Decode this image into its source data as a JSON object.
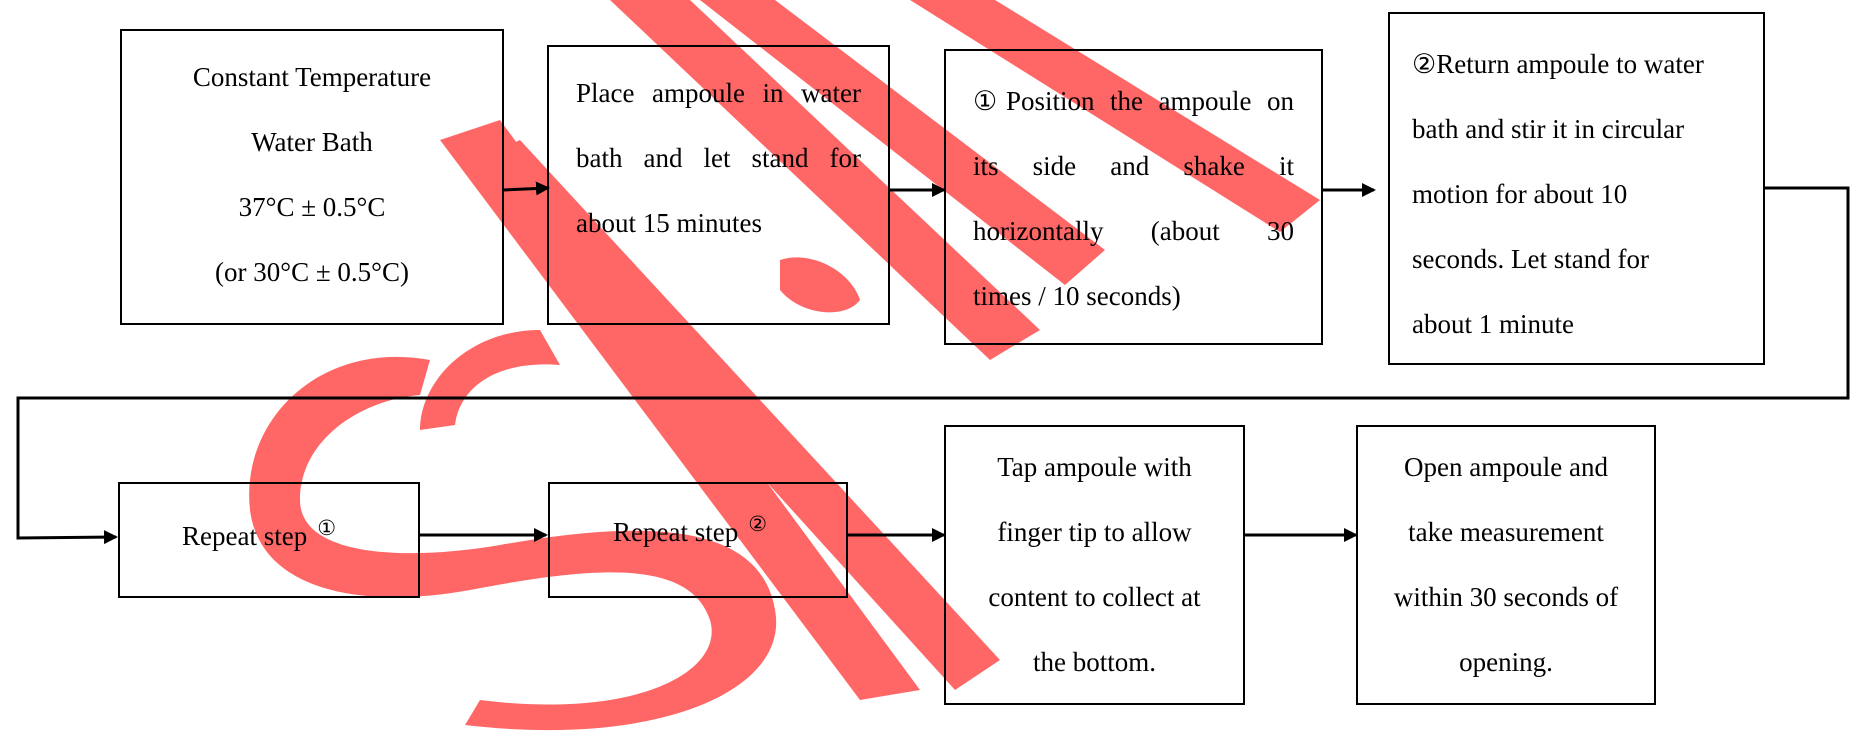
{
  "watermark": {
    "color": "#ff5a5a"
  },
  "colors": {
    "stroke": "#000000",
    "background": "#ffffff"
  },
  "boxes": {
    "water_bath": {
      "lines": [
        "Constant Temperature",
        "Water Bath",
        "37°C ± 0.5°C",
        "(or 30°C ± 0.5°C)"
      ]
    },
    "place_ampoule": {
      "lines": [
        "Place ampoule in water",
        "bath and let stand for",
        "about 15 minutes"
      ]
    },
    "position_ampoule": {
      "lines": [
        "①Position the ampoule on",
        "its side and shake it",
        "horizontally (about 30",
        "times / 10 seconds)"
      ]
    },
    "return_ampoule": {
      "lines": [
        "②Return ampoule to water",
        "bath and stir it in circular",
        "motion for about 10",
        "seconds. Let stand for",
        "about 1 minute"
      ]
    },
    "repeat_step_1": {
      "label": "Repeat step",
      "marker": "①"
    },
    "repeat_step_2": {
      "label": "Repeat step",
      "marker": "②"
    },
    "tap_ampoule": {
      "lines": [
        "Tap ampoule with",
        "finger tip to allow",
        "content to collect at",
        "the bottom."
      ]
    },
    "open_ampoule": {
      "lines": [
        "Open ampoule and",
        "take measurement",
        "within 30 seconds of",
        "opening."
      ]
    }
  }
}
